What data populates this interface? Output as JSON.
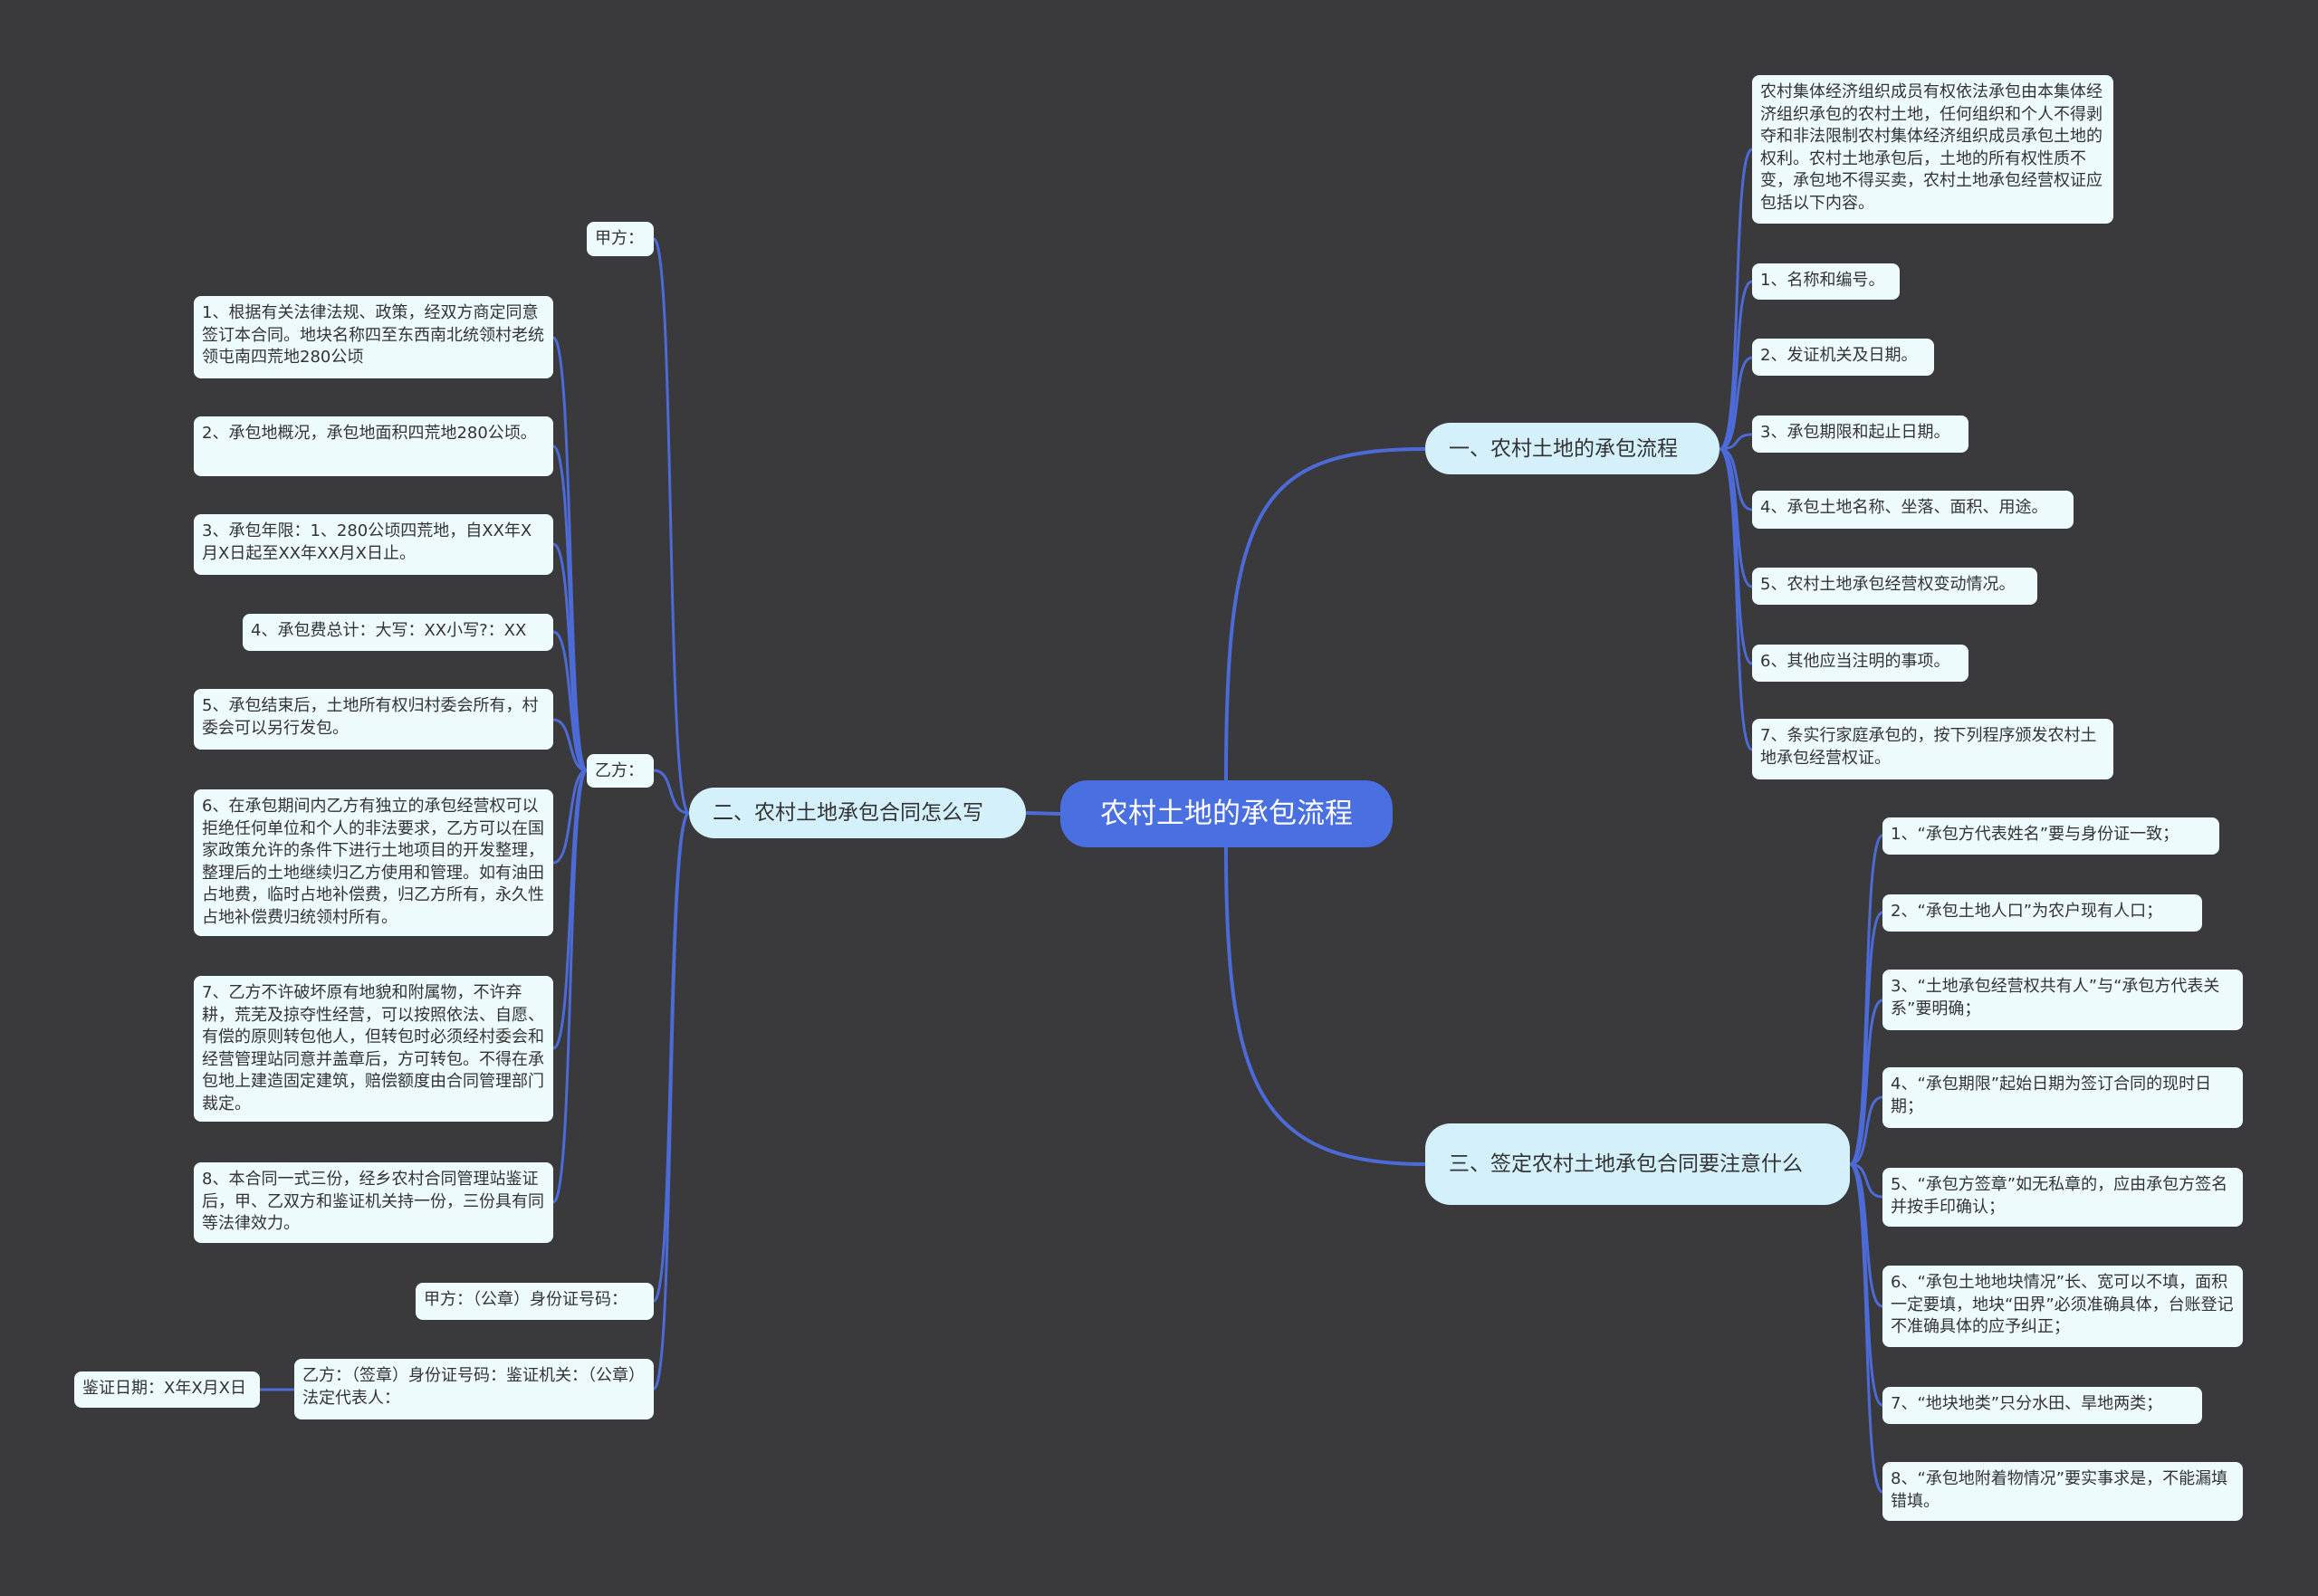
{
  "root": "农村土地的承包流程",
  "branch1": {
    "title": "一、农村土地的承包流程",
    "intro": "农村集体经济组织成员有权依法承包由本集体经济组织承包的农村土地，任何组织和个人不得剥夺和非法限制农村集体经济组织成员承包土地的权利。农村土地承包后，土地的所有权性质不变，承包地不得买卖，农村土地承包经营权证应包括以下内容。",
    "items": [
      "1、名称和编号。",
      "2、发证机关及日期。",
      "3、承包期限和起止日期。",
      "4、承包土地名称、坐落、面积、用途。",
      "5、农村土地承包经营权变动情况。",
      "6、其他应当注明的事项。",
      "7、条实行家庭承包的，按下列程序颁发农村土地承包经营权证。"
    ]
  },
  "branch2": {
    "title": "二、农村土地承包合同怎么写",
    "party_a": "甲方：",
    "party_b": "乙方：",
    "party_b_items": [
      "1、根据有关法律法规、政策，经双方商定同意签订本合同。地块名称四至东西南北统领村老统领屯南四荒地280公顷",
      "2、承包地概况，承包地面积四荒地280公顷。",
      "3、承包年限：1、280公顷四荒地，自XX年X月X日起至XX年XX月X日止。",
      "4、承包费总计：大写：XX小写?：XX",
      "5、承包结束后，土地所有权归村委会所有，村委会可以另行发包。",
      "6、在承包期间内乙方有独立的承包经营权可以拒绝任何单位和个人的非法要求，乙方可以在国家政策允许的条件下进行土地项目的开发整理，整理后的土地继续归乙方使用和管理。如有油田占地费，临时占地补偿费，归乙方所有，永久性占地补偿费归统领村所有。",
      "7、乙方不许破坏原有地貌和附属物，不许弃耕，荒芜及掠夺性经营，可以按照依法、自愿、有偿的原则转包他人，但转包时必须经村委会和经营管理站同意并盖章后，方可转包。不得在承包地上建造固定建筑，赔偿额度由合同管理部门裁定。",
      "8、本合同一式三份，经乡农村合同管理站鉴证后，甲、乙双方和鉴证机关持一份，三份具有同等法律效力。"
    ],
    "sign_a": "甲方：（公章）身份证号码：",
    "sign_b": "乙方：（签章）身份证号码：鉴证机关：（公章）法定代表人：",
    "verify_date": "鉴证日期：X年X月X日"
  },
  "branch3": {
    "title": "三、签定农村土地承包合同要注意什么",
    "items": [
      "1、“承包方代表姓名”要与身份证一致；",
      "2、“承包土地人口”为农户现有人口；",
      "3、“土地承包经营权共有人”与“承包方代表关系”要明确；",
      "4、“承包期限”起始日期为签订合同的现时日期；",
      "5、“承包方签章”如无私章的，应由承包方签名并按手印确认；",
      "6、“承包土地地块情况”长、宽可以不填，面积一定要填，地块“田界”必须准确具体，台账登记不准确具体的应予纠正；",
      "7、“地块地类”只分水田、旱地两类；",
      "8、“承包地附着物情况”要实事求是，不能漏填错填。"
    ]
  },
  "colors": {
    "background": "#3a393c",
    "root": "#4a6fe0",
    "branch": "#d4f1fb",
    "leaf": "#eefbfd",
    "line": "#4d6bd6"
  }
}
